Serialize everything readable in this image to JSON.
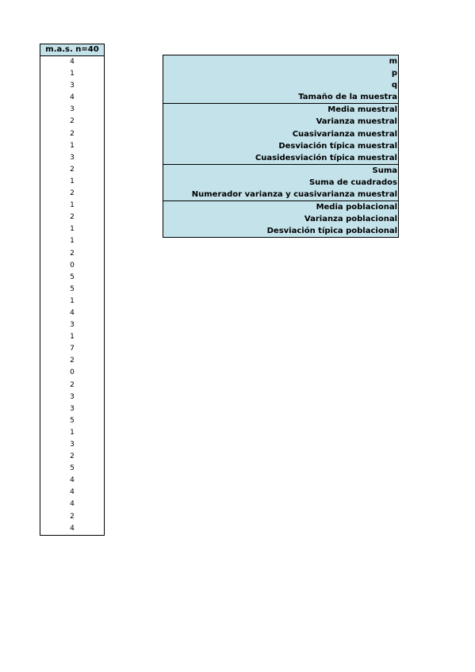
{
  "sample": {
    "header": "m.a.s. n=40",
    "values": [
      "4",
      "1",
      "3",
      "4",
      "3",
      "2",
      "2",
      "1",
      "3",
      "2",
      "1",
      "2",
      "1",
      "2",
      "1",
      "1",
      "2",
      "0",
      "5",
      "5",
      "1",
      "4",
      "3",
      "1",
      "7",
      "2",
      "0",
      "2",
      "3",
      "3",
      "5",
      "1",
      "3",
      "2",
      "5",
      "4",
      "4",
      "4",
      "2",
      "4"
    ]
  },
  "stats": {
    "groups": [
      [
        "m",
        "p",
        "q",
        "Tamaño de la muestra"
      ],
      [
        "Media muestral",
        "Varianza muestral",
        "Cuasivarianza muestral",
        "Desviación típica muestral",
        "Cuasidesviación típica muestral"
      ],
      [
        "Suma",
        "Suma de cuadrados",
        "Numerador varianza y cuasivarianza muestral"
      ],
      [
        "Media poblacional",
        "Varianza poblacional",
        "Desviación típica poblacional"
      ]
    ]
  },
  "colors": {
    "header_fill": "#c3e2ea",
    "border": "#000000"
  }
}
